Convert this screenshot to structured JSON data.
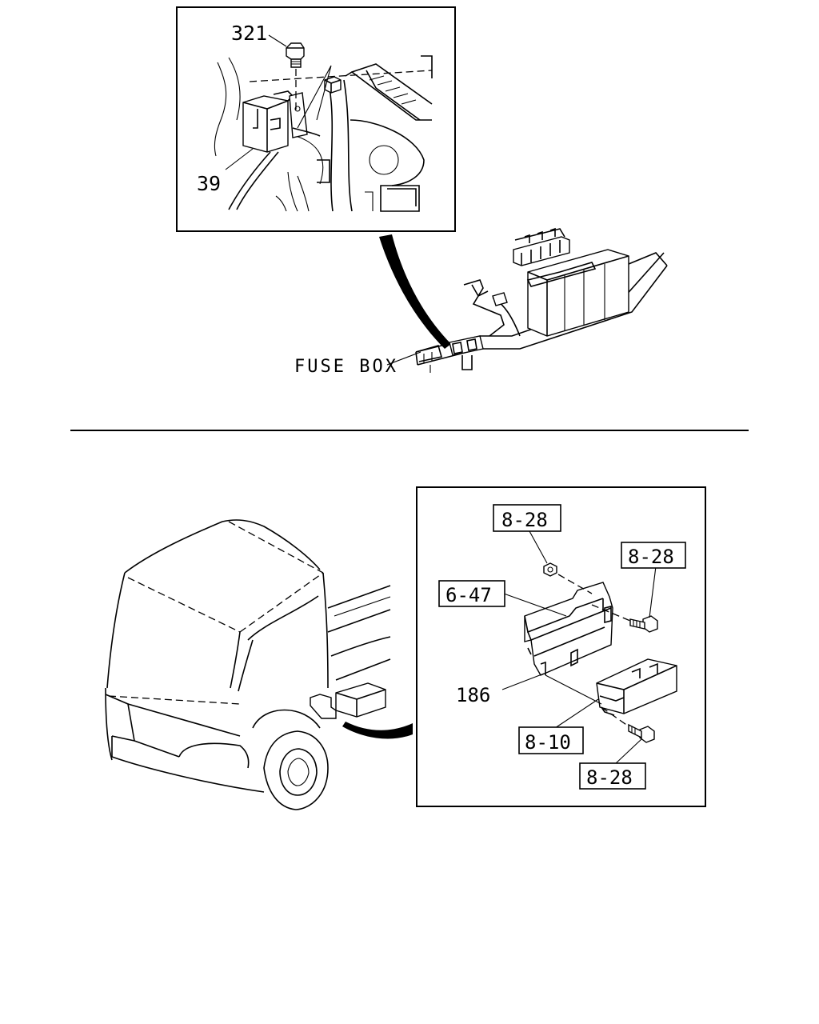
{
  "labels": {
    "detail_top": {
      "part_321": "321",
      "part_39": "39"
    },
    "fuse_box": "FUSE BOX",
    "detail_bottom": {
      "ref_8_28_top": "8-28",
      "ref_8_28_right": "8-28",
      "ref_6_47": "6-47",
      "part_186": "186",
      "ref_8_10": "8-10",
      "ref_8_28_bottom": "8-28"
    }
  },
  "colors": {
    "ink": "#000000",
    "paper": "#ffffff"
  }
}
